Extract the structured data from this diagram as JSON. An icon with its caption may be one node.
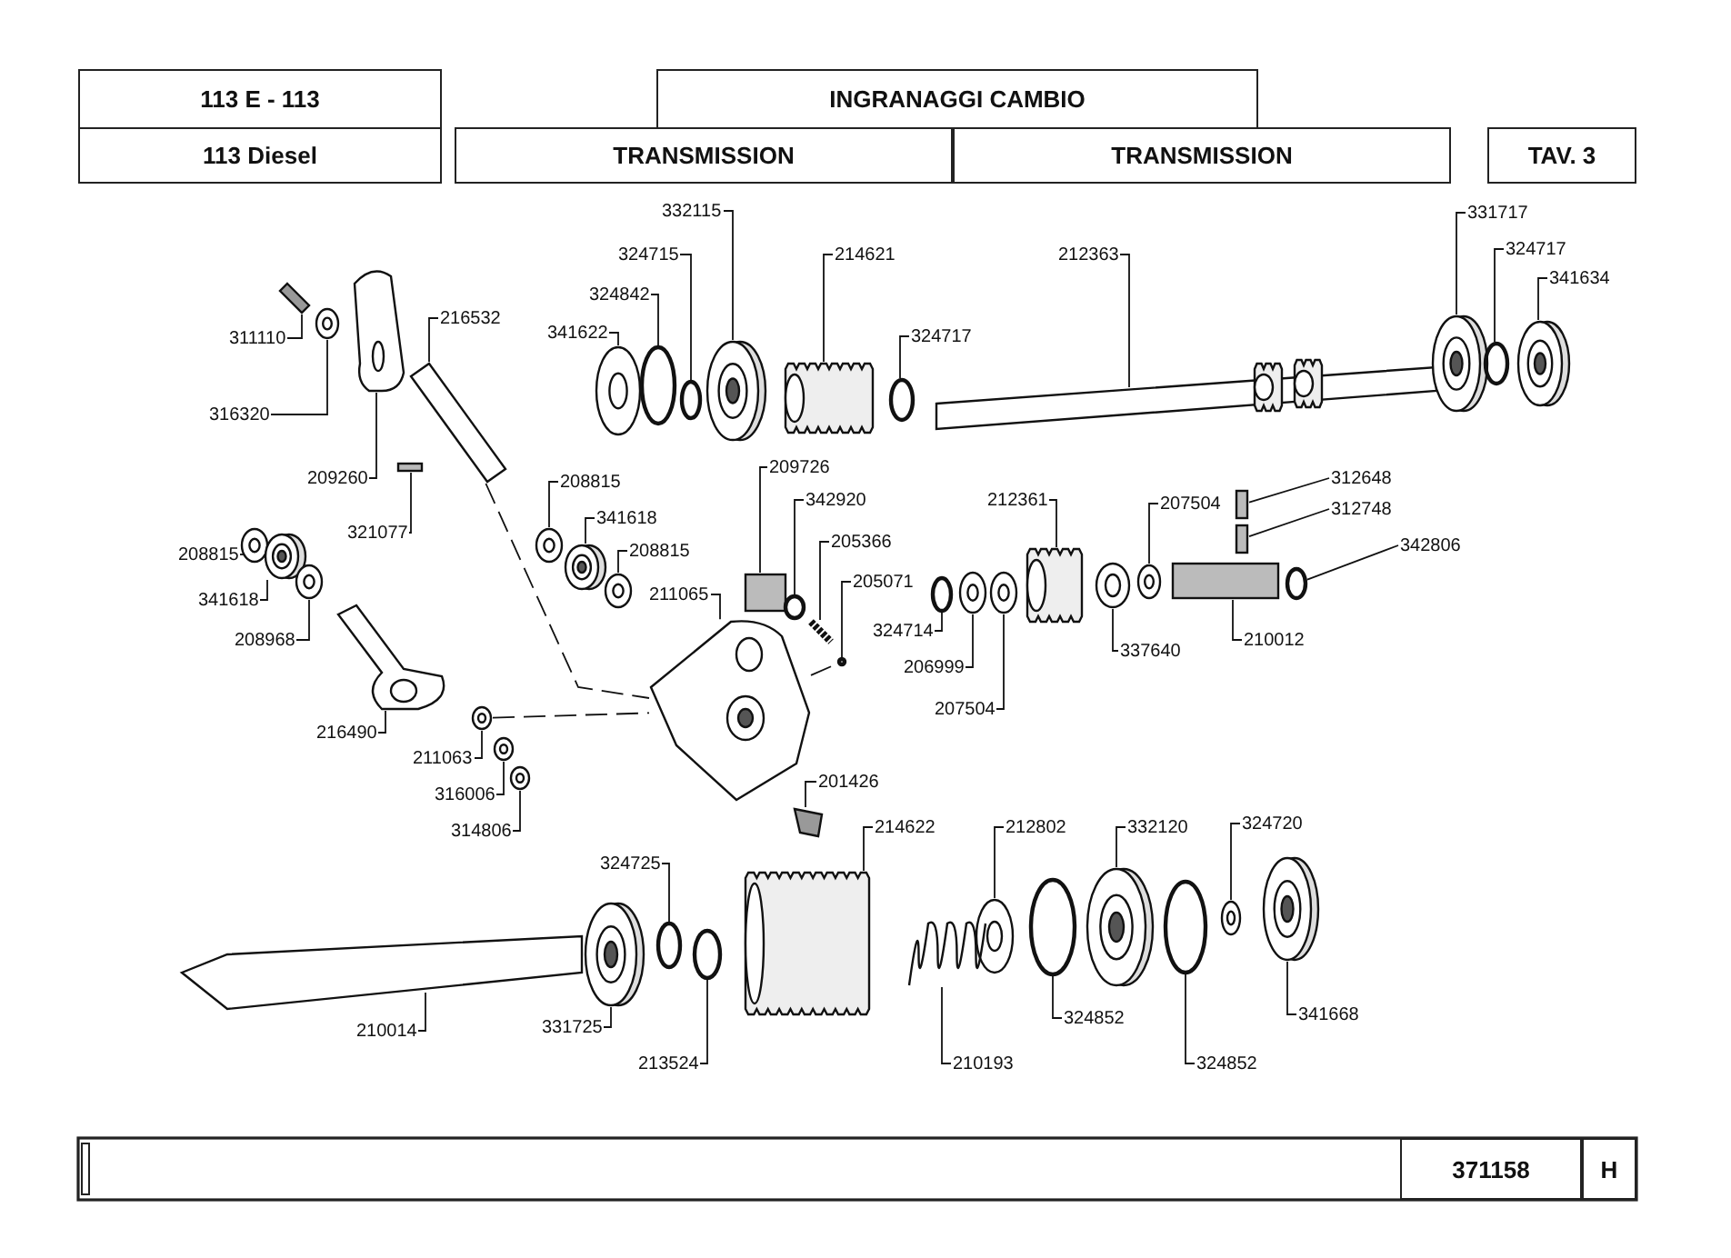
{
  "diagram": {
    "nodes": [
      {
        "text": [
          "311110"
        ]
      },
      {
        "text": [
          "216532"
        ]
      },
      {
        "text": [
          "316320"
        ]
      },
      {
        "text": [
          "209260"
        ]
      },
      {
        "text": [
          "321077"
        ]
      },
      {
        "text": [
          "332115"
        ]
      },
      {
        "text": [
          "324715"
        ]
      },
      {
        "text": [
          "324842"
        ]
      },
      {
        "text": [
          "341622"
        ]
      },
      {
        "text": [
          "214621"
        ]
      },
      {
        "text": [
          "324717"
        ]
      },
      {
        "text": [
          "212363"
        ]
      },
      {
        "text": [
          "331717"
        ]
      },
      {
        "text": [
          "324717"
        ]
      },
      {
        "text": [
          "341634"
        ]
      },
      {
        "text": [
          "208815"
        ]
      },
      {
        "text": [
          "341618"
        ]
      },
      {
        "text": [
          "208815"
        ]
      },
      {
        "text": [
          "209726"
        ]
      },
      {
        "text": [
          "342920"
        ]
      },
      {
        "text": [
          "205366"
        ]
      },
      {
        "text": [
          "205071"
        ]
      },
      {
        "text": [
          "211065"
        ]
      },
      {
        "text": [
          "208815"
        ]
      },
      {
        "text": [
          "341618"
        ]
      },
      {
        "text": [
          "208968"
        ]
      },
      {
        "text": [
          "216490"
        ]
      },
      {
        "text": [
          "211063"
        ]
      },
      {
        "text": [
          "316006"
        ]
      },
      {
        "text": [
          "314806"
        ]
      },
      {
        "text": [
          "201426"
        ]
      },
      {
        "text": [
          "212361"
        ]
      },
      {
        "text": [
          "207504"
        ]
      },
      {
        "text": [
          "312648"
        ]
      },
      {
        "text": [
          "312748"
        ]
      },
      {
        "text": [
          "342806"
        ]
      },
      {
        "text": [
          "324714"
        ]
      },
      {
        "text": [
          "206999"
        ]
      },
      {
        "text": [
          "207504"
        ]
      },
      {
        "text": [
          "337640"
        ]
      },
      {
        "text": [
          "210012"
        ]
      },
      {
        "text": [
          "214622"
        ]
      },
      {
        "text": [
          "324725"
        ]
      },
      {
        "text": [
          "212802"
        ]
      },
      {
        "text": [
          "332120"
        ]
      },
      {
        "text": [
          "324720"
        ]
      },
      {
        "text": [
          "210014"
        ]
      },
      {
        "text": [
          "331725"
        ]
      },
      {
        "text": [
          "213524"
        ]
      },
      {
        "text": [
          "210193"
        ]
      },
      {
        "text": [
          "324852"
        ]
      },
      {
        "text": [
          "324852"
        ]
      },
      {
        "text": [
          "341668"
        ]
      },
      {
        "text": [],
        "shape": "picture"
      },
      {
        "text": [],
        "shape": "picture"
      },
      {
        "text": [],
        "shape": "picture"
      },
      {
        "text": [],
        "shape": "picture"
      },
      {
        "text": [],
        "shape": "box"
      },
      {
        "text": [],
        "shape": "picture"
      },
      {
        "text": [],
        "shape": "circle"
      },
      {
        "text": [],
        "shape": "circle"
      },
      {
        "text": [],
        "shape": "picture"
      },
      {
        "text": [],
        "shape": "picture"
      },
      {
        "text": [],
        "shape": "circle"
      },
      {
        "text": [],
        "shape": "picture"
      },
      {
        "text": [],
        "shape": "picture"
      },
      {
        "text": [],
        "shape": "circle"
      },
      {
        "text": [],
        "shape": "picture"
      },
      {
        "text": [],
        "shape": "picture"
      },
      {
        "text": [],
        "shape": "picture"
      },
      {
        "text": [],
        "shape": "picture"
      },
      {
        "text": [],
        "shape": "box"
      },
      {
        "text": [],
        "shape": "circle"
      },
      {
        "text": [],
        "shape": "picture"
      },
      {
        "text": [],
        "shape": "circle"
      },
      {
        "text": [],
        "shape": "picture"
      },
      {
        "text": [],
        "shape": "picture"
      },
      {
        "text": [],
        "shape": "picture"
      },
      {
        "text": [],
        "shape": "picture"
      },
      {
        "text": [],
        "shape": "picture"
      },
      {
        "text": [],
        "shape": "picture"
      },
      {
        "text": [],
        "shape": "picture"
      },
      {
        "text": [],
        "shape": "picture"
      },
      {
        "text": [],
        "shape": "picture"
      },
      {
        "text": [],
        "shape": "picture"
      },
      {
        "text": [],
        "shape": "picture"
      },
      {
        "text": [],
        "shape": "box"
      },
      {
        "text": [],
        "shape": "box"
      },
      {
        "text": [],
        "shape": "circle"
      },
      {
        "text": [],
        "shape": "circle"
      },
      {
        "text": [],
        "shape": "picture"
      },
      {
        "text": [],
        "shape": "picture"
      },
      {
        "text": [],
        "shape": "picture"
      },
      {
        "text": [],
        "shape": "box"
      },
      {
        "text": [],
        "shape": "picture"
      },
      {
        "text": [],
        "shape": "circle"
      },
      {
        "text": [],
        "shape": "picture"
      },
      {
        "text": [],
        "shape": "picture"
      },
      {
        "text": [],
        "shape": "picture"
      },
      {
        "text": [],
        "shape": "picture"
      },
      {
        "text": [],
        "shape": "picture"
      },
      {
        "text": [],
        "shape": "circle"
      },
      {
        "text": [],
        "shape": "picture"
      },
      {
        "text": [],
        "shape": "circle"
      },
      {
        "text": [],
        "shape": "circle"
      },
      {
        "text": [],
        "shape": "picture"
      }
    ],
    "edges": [
      {
        "from": 0,
        "to": 53,
        "arrow": "none"
      },
      {
        "from": 1,
        "to": 54,
        "arrow": "none"
      },
      {
        "from": 2,
        "to": 55,
        "arrow": "none"
      },
      {
        "from": 3,
        "to": 56,
        "arrow": "none"
      },
      {
        "from": 4,
        "to": 57,
        "arrow": "none"
      },
      {
        "from": 5,
        "to": 58,
        "arrow": "none"
      },
      {
        "from": 6,
        "to": 59,
        "arrow": "none"
      },
      {
        "from": 7,
        "to": 60,
        "arrow": "none"
      },
      {
        "from": 8,
        "to": 61,
        "arrow": "none"
      },
      {
        "from": 9,
        "to": 62,
        "arrow": "none"
      },
      {
        "from": 10,
        "to": 63,
        "arrow": "none"
      },
      {
        "from": 11,
        "to": 64,
        "arrow": "none"
      },
      {
        "from": 12,
        "to": 65,
        "arrow": "none"
      },
      {
        "from": 13,
        "to": 66,
        "arrow": "none"
      },
      {
        "from": 14,
        "to": 67,
        "arrow": "none"
      },
      {
        "from": 15,
        "to": 68,
        "arrow": "none"
      },
      {
        "from": 16,
        "to": 69,
        "arrow": "none"
      },
      {
        "from": 17,
        "to": 70,
        "arrow": "none"
      },
      {
        "from": 18,
        "to": 71,
        "arrow": "none"
      },
      {
        "from": 19,
        "to": 72,
        "arrow": "none"
      },
      {
        "from": 20,
        "to": 73,
        "arrow": "none"
      },
      {
        "from": 21,
        "to": 74,
        "arrow": "none"
      },
      {
        "from": 22,
        "to": 75,
        "arrow": "none"
      },
      {
        "from": 23,
        "to": 76,
        "arrow": "none"
      },
      {
        "from": 24,
        "to": 77,
        "arrow": "none"
      },
      {
        "from": 25,
        "to": 78,
        "arrow": "none"
      },
      {
        "from": 26,
        "to": 79,
        "arrow": "none"
      },
      {
        "from": 27,
        "to": 80,
        "arrow": "none"
      },
      {
        "from": 28,
        "to": 81,
        "arrow": "none"
      },
      {
        "from": 29,
        "to": 82,
        "arrow": "none"
      },
      {
        "from": 30,
        "to": 83,
        "arrow": "none"
      },
      {
        "from": 31,
        "to": 84,
        "arrow": "none"
      },
      {
        "from": 32,
        "to": 85,
        "arrow": "none"
      },
      {
        "from": 33,
        "to": 86,
        "arrow": "none"
      },
      {
        "from": 34,
        "to": 87,
        "arrow": "none"
      },
      {
        "from": 35,
        "to": 88,
        "arrow": "none"
      },
      {
        "from": 36,
        "to": 89,
        "arrow": "none"
      },
      {
        "from": 37,
        "to": 90,
        "arrow": "none"
      },
      {
        "from": 38,
        "to": 91,
        "arrow": "none"
      },
      {
        "from": 39,
        "to": 92,
        "arrow": "none"
      },
      {
        "from": 40,
        "to": 93,
        "arrow": "none"
      },
      {
        "from": 41,
        "to": 94,
        "arrow": "none"
      },
      {
        "from": 42,
        "to": 95,
        "arrow": "none"
      },
      {
        "from": 43,
        "to": 96,
        "arrow": "none"
      },
      {
        "from": 44,
        "to": 97,
        "arrow": "none"
      },
      {
        "from": 45,
        "to": 98,
        "arrow": "none"
      },
      {
        "from": 46,
        "to": 99,
        "arrow": "none"
      },
      {
        "from": 47,
        "to": 100,
        "arrow": "none"
      },
      {
        "from": 48,
        "to": 101,
        "arrow": "none"
      },
      {
        "from": 49,
        "to": 102,
        "arrow": "none"
      },
      {
        "from": 50,
        "to": 103,
        "arrow": "none"
      },
      {
        "from": 51,
        "to": 104,
        "arrow": "none"
      },
      {
        "from": 52,
        "to": 105,
        "arrow": "none"
      },
      {
        "from": 54,
        "to": 75,
        "arrow": "none",
        "style": "dashed"
      },
      {
        "from": 80,
        "to": 75,
        "arrow": "none",
        "style": "dashed"
      },
      {
        "from": 75,
        "to": 74,
        "arrow": "none",
        "style": "dashed"
      }
    ],
    "labels": [
      "113 E - 113",
      "INGRANAGGI CAMBIO",
      "113 Diesel",
      "TRANSMISSION",
      "TRANSMISSION",
      "TAV. 3",
      "371158",
      "H"
    ]
  }
}
